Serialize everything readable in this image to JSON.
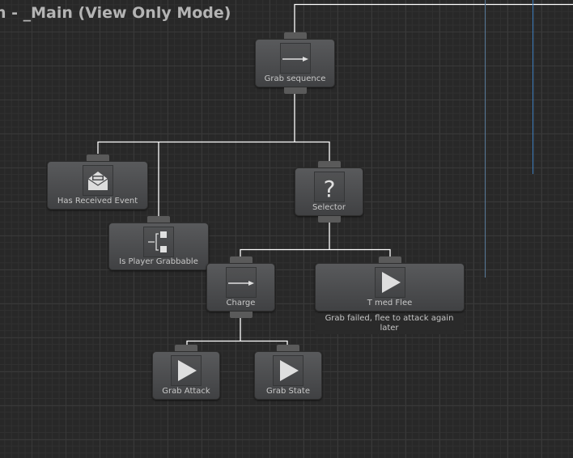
{
  "window": {
    "title": "n - _Main (View Only Mode)"
  },
  "nodes": {
    "grab_sequence": {
      "label": "Grab sequence",
      "icon": "sequence-arrow-icon"
    },
    "has_received_event": {
      "label": "Has Received Event",
      "icon": "envelope-icon"
    },
    "selector": {
      "label": "Selector",
      "icon": "question-mark-icon"
    },
    "is_player_grabbable": {
      "label": "Is Player Grabbable",
      "icon": "conditional-branch-icon"
    },
    "charge": {
      "label": "Charge",
      "icon": "sequence-arrow-icon"
    },
    "timed_flee": {
      "label": "T med Flee",
      "icon": "play-icon",
      "comment": "Grab failed, flee to attack again later"
    },
    "grab_attack": {
      "label": "Grab Attack",
      "icon": "play-icon"
    },
    "grab_state": {
      "label": "Grab State",
      "icon": "play-icon"
    }
  },
  "colors": {
    "connection": "#ffffff",
    "highlight": "#3d7fc0",
    "background": "#282828"
  }
}
